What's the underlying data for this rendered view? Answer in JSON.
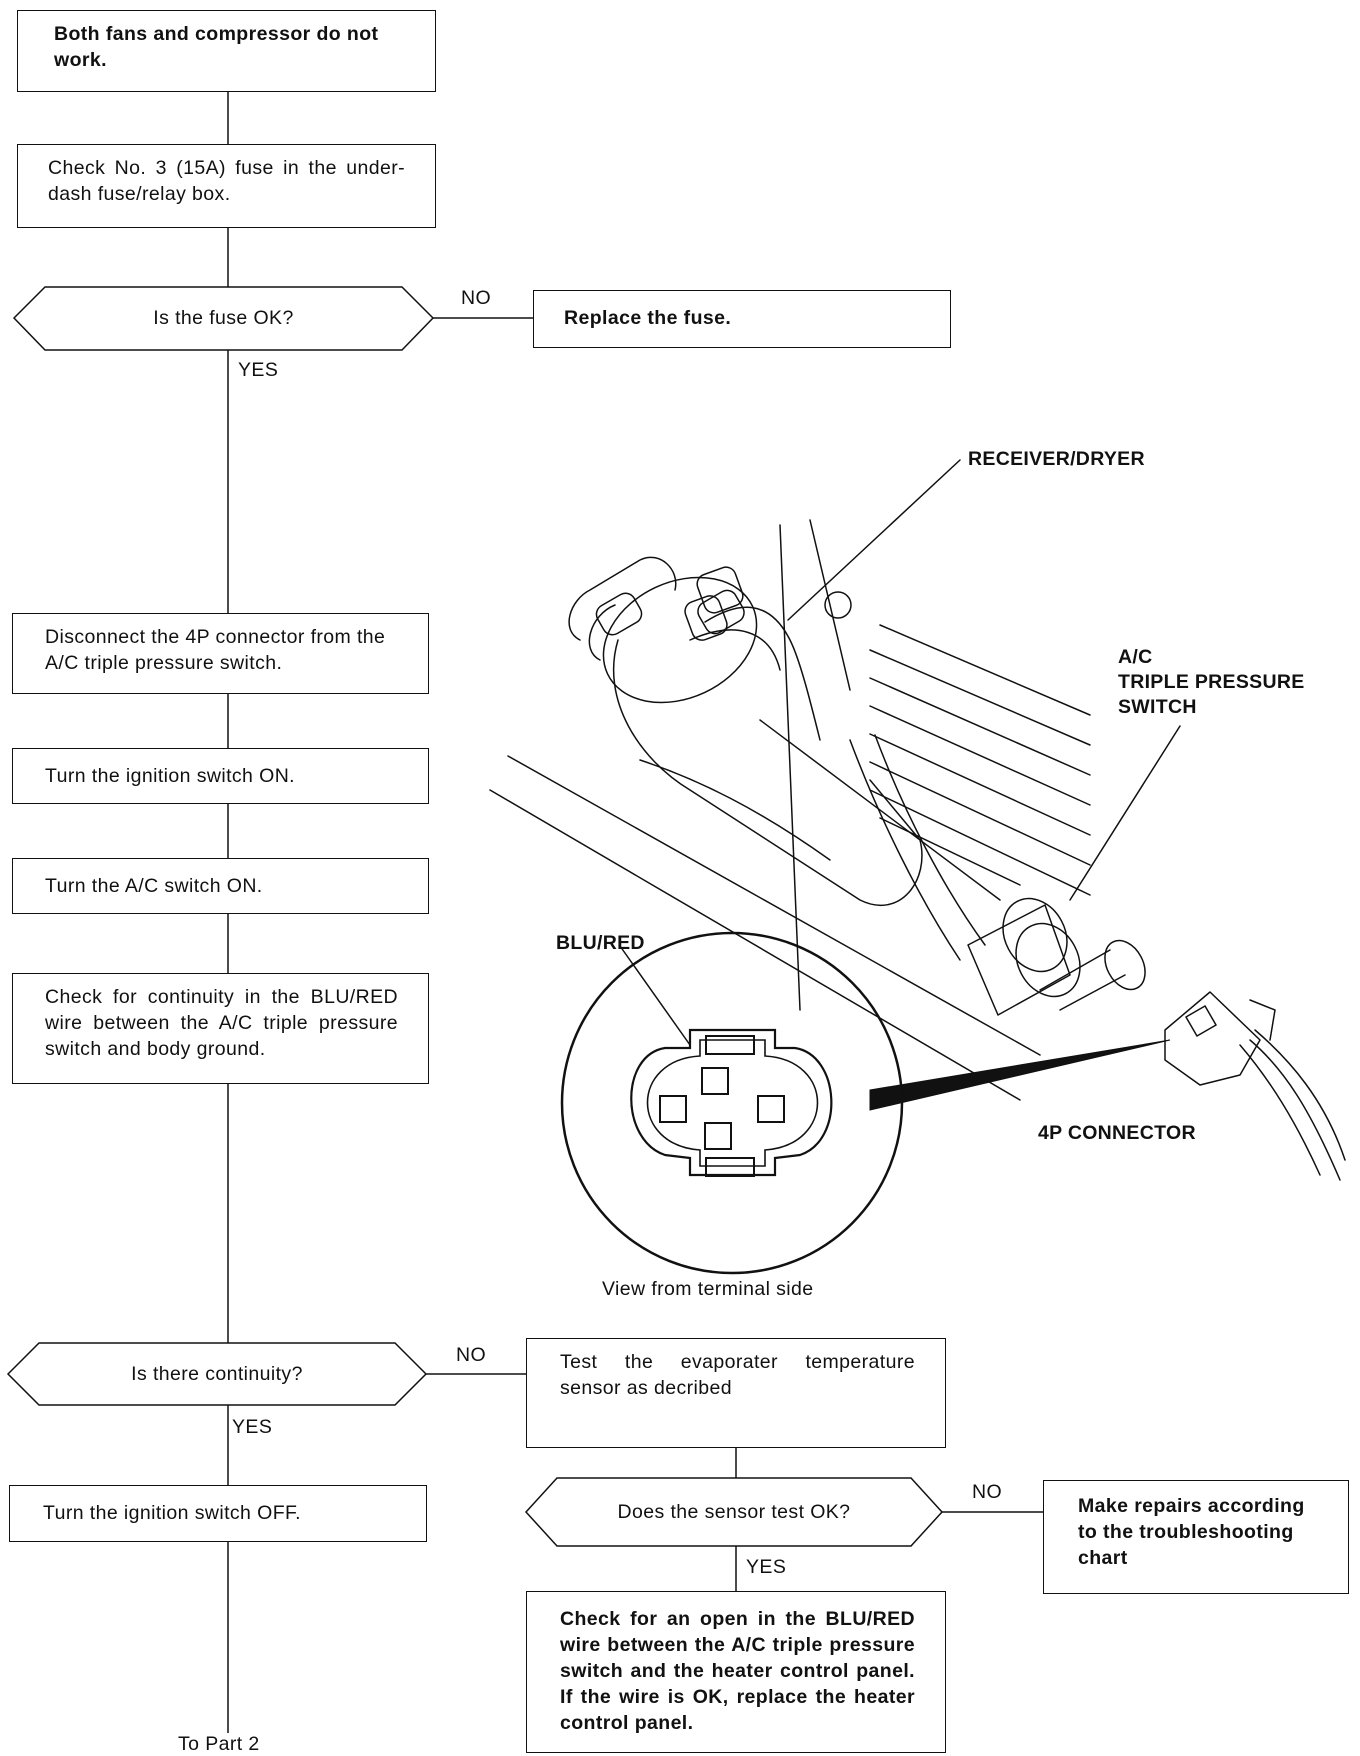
{
  "flow": {
    "start": "Both fans and compressor do not work.",
    "check_fuse": "Check No. 3 (15A) fuse in the under-dash fuse/relay box.",
    "fuse_question": "Is the fuse OK?",
    "replace_fuse": "Replace the fuse.",
    "disconnect": "Disconnect the 4P connector from the A/C triple pressure switch.",
    "ignition_on": "Turn the ignition switch ON.",
    "ac_on": "Turn the A/C switch ON.",
    "check_continuity": "Check for continuity in the BLU/RED wire between the A/C triple pressure switch and body ground.",
    "continuity_question": "Is there continuity?",
    "test_sensor": "Test the evaporater temperature sensor as decribed",
    "ignition_off": "Turn the ignition switch OFF.",
    "sensor_question": "Does the sensor test OK?",
    "make_repairs": "Make repairs according to the troubleshooting chart",
    "check_open": "Check for an open in the BLU/RED wire between the A/C triple pressure switch and the heater control panel. If the wire is OK, replace the heater control panel.",
    "to_part2": "To Part 2"
  },
  "labels": {
    "no": "NO",
    "yes": "YES"
  },
  "illustration": {
    "receiver_dryer": "RECEIVER/DRYER",
    "switch_line1": "A/C",
    "switch_line2": "TRIPLE PRESSURE",
    "switch_line3": "SWITCH",
    "blu_red": "BLU/RED",
    "connector": "4P CONNECTOR",
    "view_caption": "View from terminal side"
  }
}
